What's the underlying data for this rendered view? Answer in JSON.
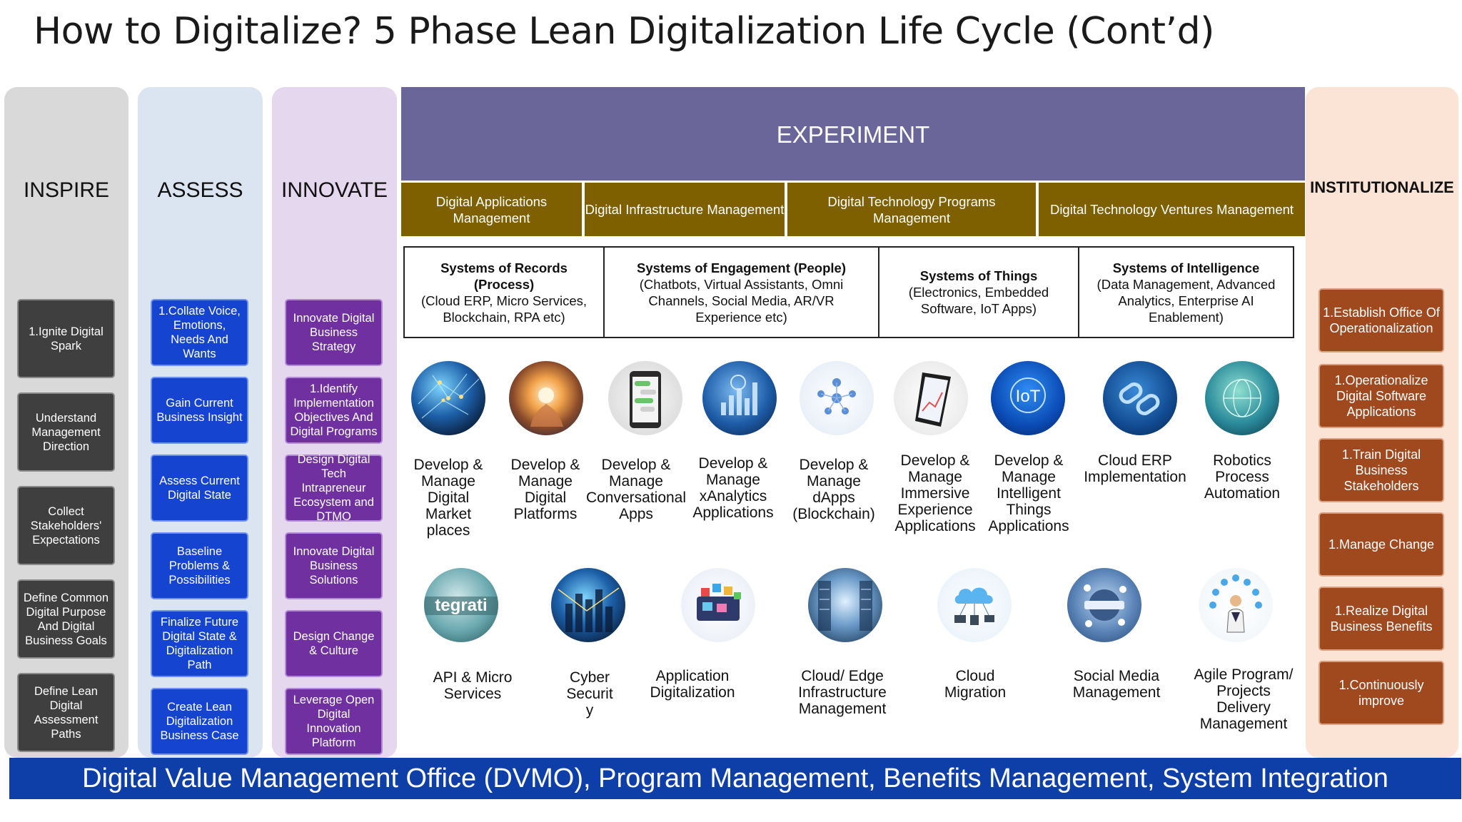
{
  "title": "How to Digitalize? 5 Phase Lean Digitalization Life Cycle (Cont’d)",
  "phases": {
    "inspire": {
      "heading": "INSPIRE",
      "items": [
        "1.Ignite Digital Spark",
        "Understand Management Direction",
        "Collect Stakeholders' Expectations",
        "Define Common Digital Purpose And Digital Business Goals",
        "Define Lean Digital Assessment Paths"
      ]
    },
    "assess": {
      "heading": "ASSESS",
      "items": [
        "1.Collate Voice, Emotions, Needs And Wants",
        "Gain Current Business Insight",
        "Assess Current Digital State",
        "Baseline Problems & Possibilities",
        "Finalize Future Digital State & Digitalization Path",
        "Create Lean Digitalization Business Case"
      ]
    },
    "innovate": {
      "heading": "INNOVATE",
      "items": [
        "Innovate Digital Business Strategy",
        "1.Identify Implementation Objectives And Digital Programs",
        "Design Digital Tech Intrapreneur Ecosystem and DTMO",
        "Innovate Digital Business Solutions",
        "Design Change & Culture",
        "Leverage Open Digital Innovation Platform"
      ]
    },
    "institutionalize": {
      "heading": "INSTITUTIONALIZE",
      "items": [
        "1.Establish Office Of Operationalization",
        "1.Operationalize Digital Software Applications",
        "1.Train Digital Business Stakeholders",
        "1.Manage Change",
        "1.Realize Digital Business Benefits",
        "1.Continuously improve"
      ]
    }
  },
  "experiment": {
    "heading": "EXPERIMENT",
    "management": [
      "Digital Applications Management",
      "Digital Infrastructure Management",
      "Digital Technology Programs Management",
      "Digital Technology Ventures Management"
    ],
    "systems": [
      {
        "title": "Systems of Records (Process)",
        "detail": "(Cloud ERP, Micro Services, Blockchain, RPA etc)"
      },
      {
        "title": "Systems of Engagement (People)",
        "detail": "(Chatbots, Virtual Assistants, Omni Channels, Social Media, AR/VR Experience etc)"
      },
      {
        "title": "Systems of Things",
        "detail": "(Electronics, Embedded Software, IoT Apps)"
      },
      {
        "title": "Systems of Intelligence",
        "detail": "(Data Management, Advanced Analytics, Enterprise AI Enablement)"
      }
    ],
    "row1": [
      {
        "label": "Develop & Manage Digital Market places",
        "icon": "network-globe-icon"
      },
      {
        "label": "Develop & Manage Digital Platforms",
        "icon": "glowing-hand-icon"
      },
      {
        "label": "Develop & Manage Conversational Apps",
        "icon": "chat-phone-icon"
      },
      {
        "label": "Develop & Manage xAnalytics Applications",
        "icon": "analytics-dashboard-icon"
      },
      {
        "label": "Develop & Manage dApps (Blockchain)",
        "icon": "blockchain-network-icon"
      },
      {
        "label": "Develop & Manage Immersive Experience Applications",
        "icon": "tablet-chart-icon"
      },
      {
        "label": "Develop & Manage Intelligent Things Applications",
        "icon": "iot-icon",
        "icon_text": "IoT"
      },
      {
        "label": "Cloud ERP Implementation",
        "icon": "chain-link-icon"
      },
      {
        "label": "Robotics Process Automation",
        "icon": "robot-globe-icon"
      }
    ],
    "row2": [
      {
        "label": "API & Micro Services",
        "icon": "integration-icon",
        "icon_text": "tegrati"
      },
      {
        "label": "Cyber Securit y",
        "icon": "cyber-city-icon"
      },
      {
        "label": "Application Digitalization",
        "icon": "app-tiles-icon"
      },
      {
        "label": "Cloud/ Edge Infrastructure Management",
        "icon": "server-room-icon"
      },
      {
        "label": "Cloud Migration",
        "icon": "cloud-devices-icon"
      },
      {
        "label": "Social Media Management",
        "icon": "social-media-icon"
      },
      {
        "label": "Agile Program/ Projects Delivery Management",
        "icon": "agile-person-icon"
      }
    ]
  },
  "footer": "Digital Value Management Office (DVMO), Program Management, Benefits Management, System Integration"
}
